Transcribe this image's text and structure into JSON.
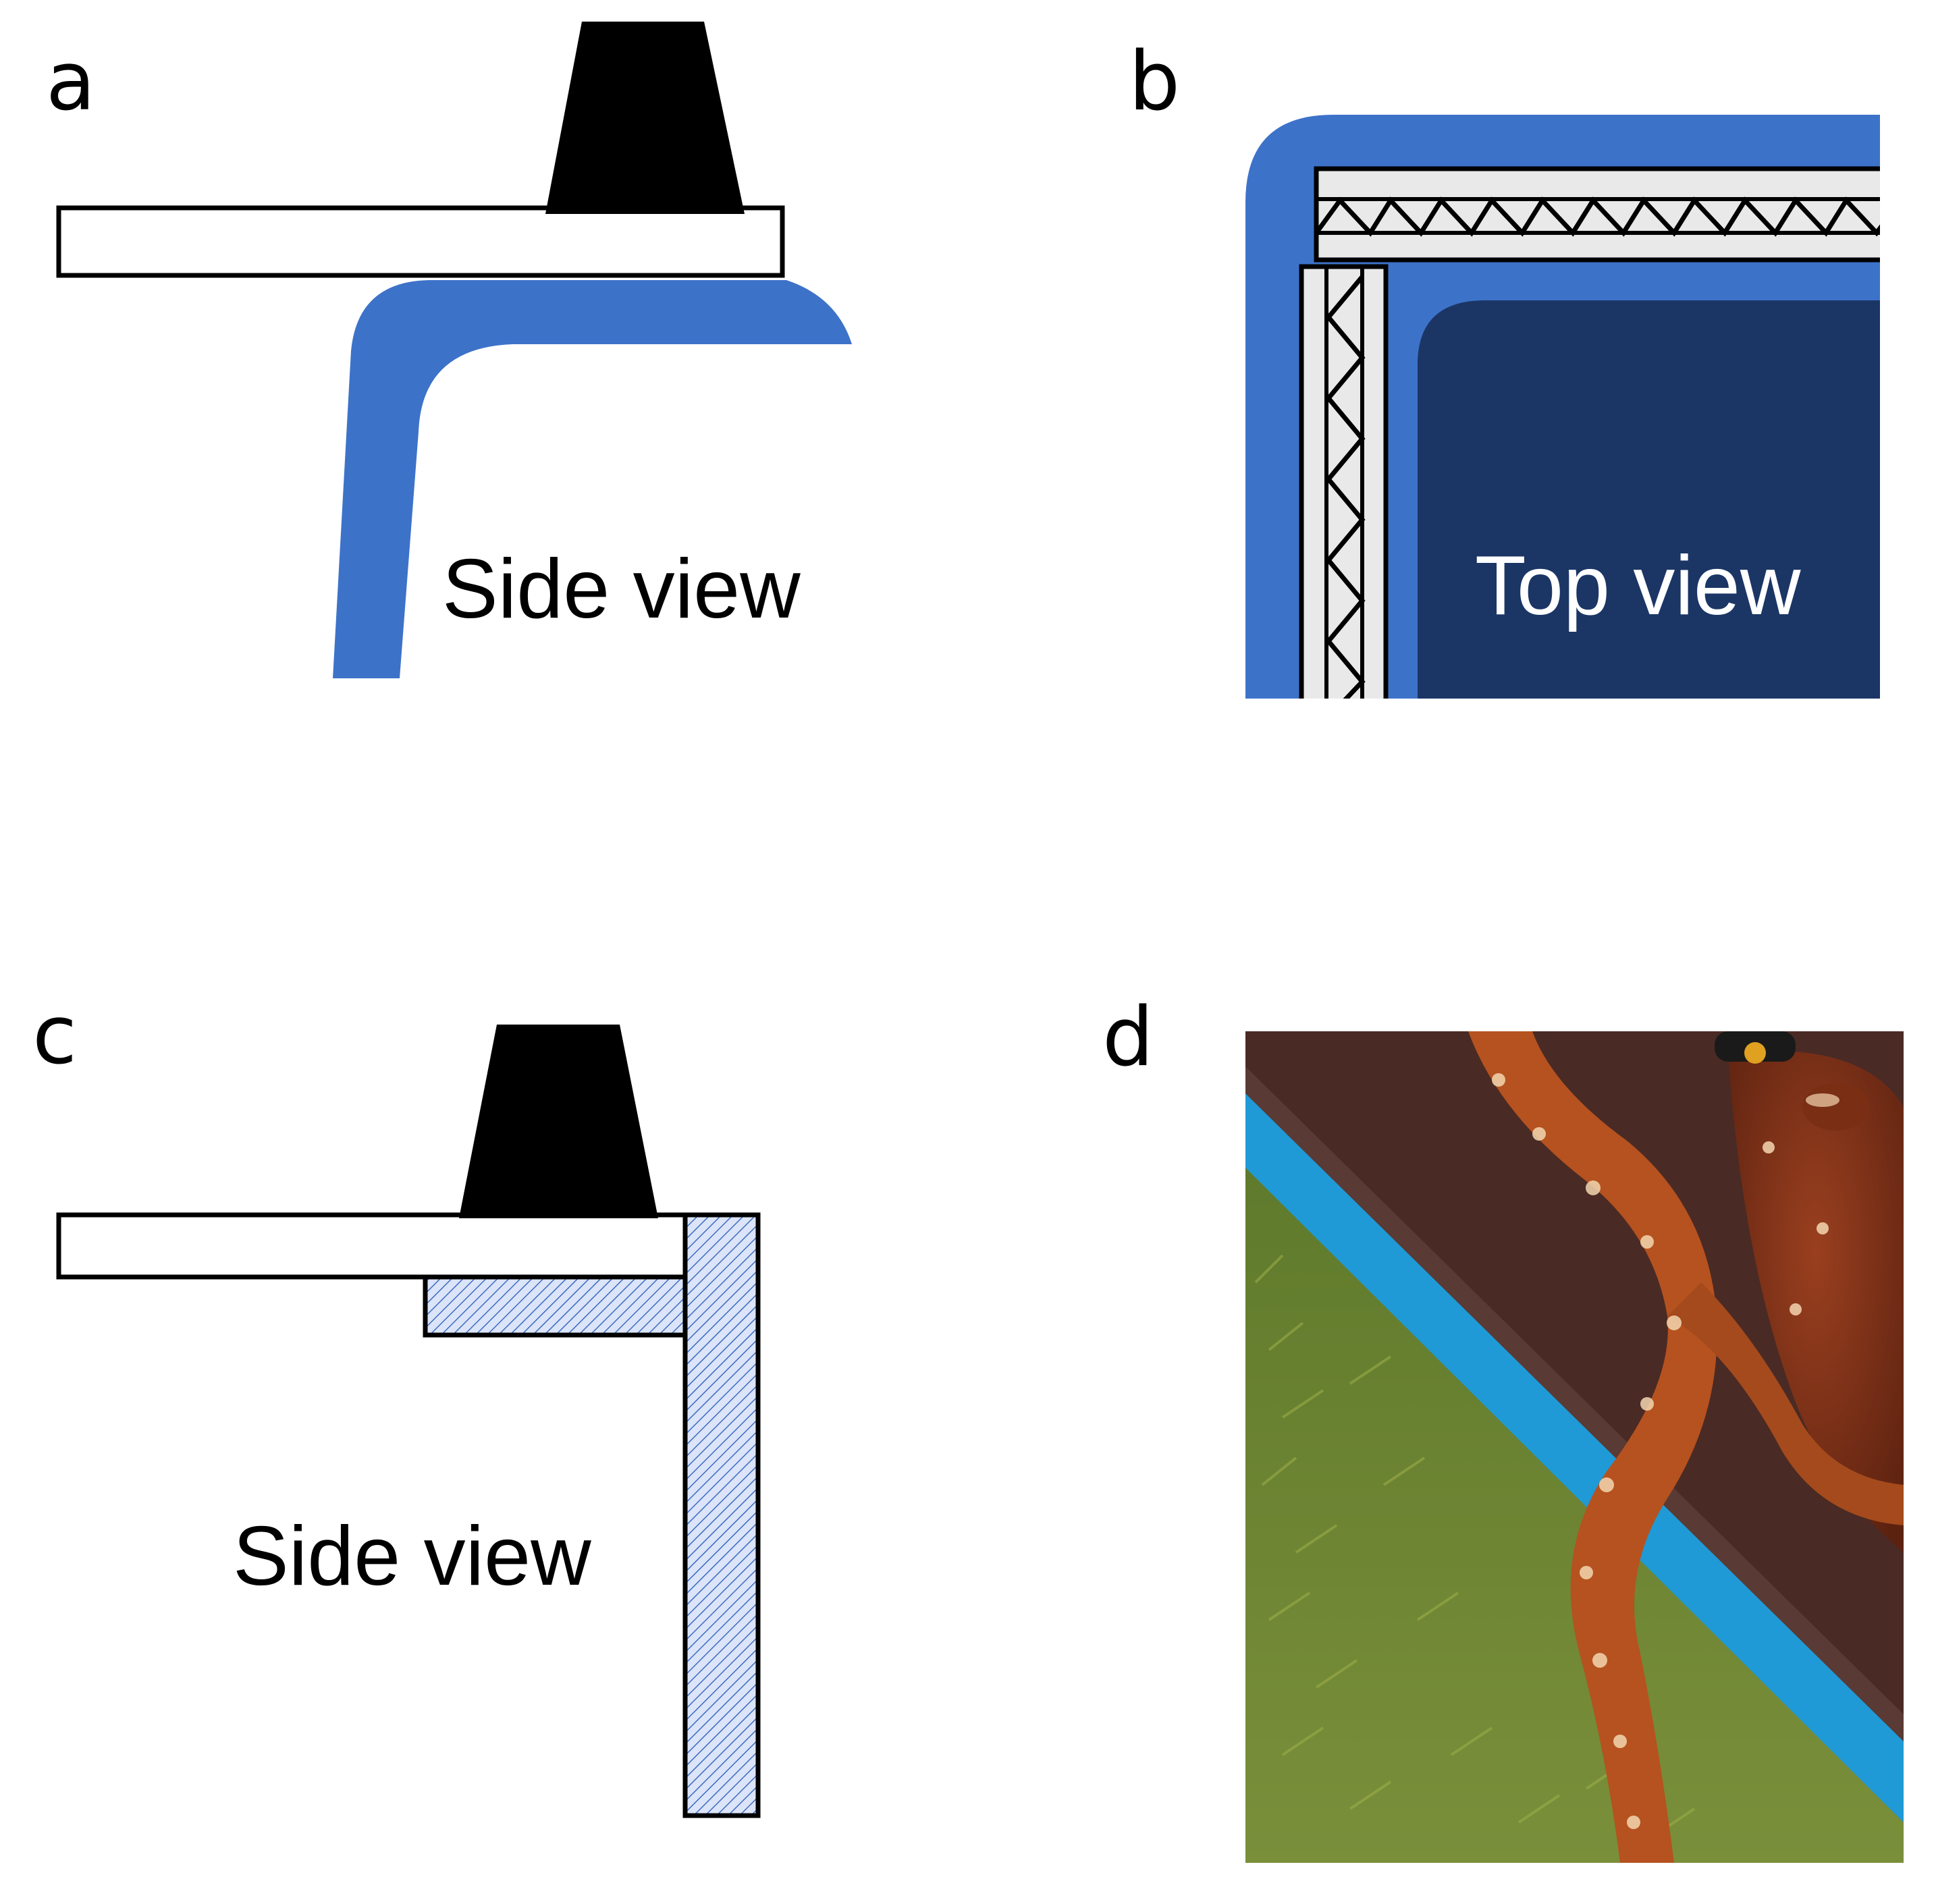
{
  "panels": {
    "a": {
      "letter": "a",
      "caption": "Side view"
    },
    "b": {
      "letter": "b",
      "caption": "Top view"
    },
    "c": {
      "letter": "c",
      "caption": "Side view"
    },
    "d": {
      "letter": "d"
    }
  },
  "colors": {
    "tank_blue": "#3d72c9",
    "tank_interior": "#1b3665",
    "frame_gray": "#e9e9e9",
    "outline": "#000000",
    "hatch_fill": "#dbe4f8",
    "hatch_line": "#3d6bc0"
  }
}
